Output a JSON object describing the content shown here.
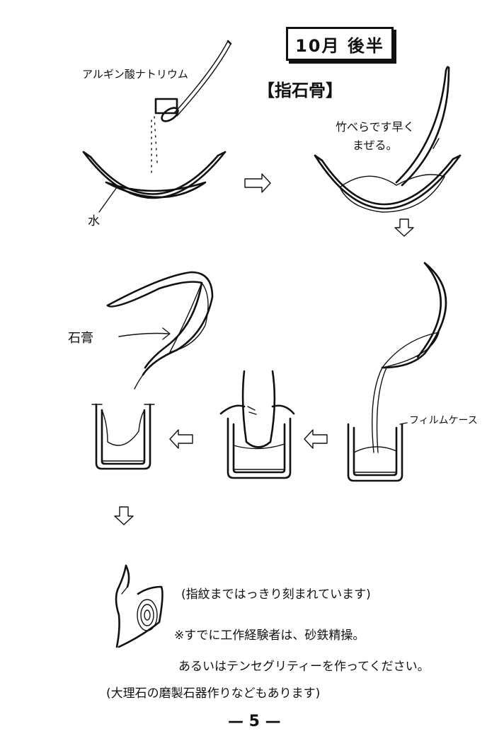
{
  "header": {
    "period": "10月 後半",
    "section": "【指石骨】"
  },
  "labels": {
    "sodium_alginate": "アルギン酸ナトリウム",
    "water": "水",
    "mix_instruction_1": "竹べらです早く",
    "mix_instruction_2": "まぜる。",
    "plaster": "石膏",
    "film_case": "フィルムケース"
  },
  "notes": {
    "fingerprint": "(指紋まではっきり刻まれています)",
    "experienced_1": "※すでに工作経験者は、砂鉄精操。",
    "experienced_2": "あるいはテンセグリティーを作ってください。",
    "marble": "(大理石の磨製石器作りなどもあります)"
  },
  "page_number": "— 5 —"
}
